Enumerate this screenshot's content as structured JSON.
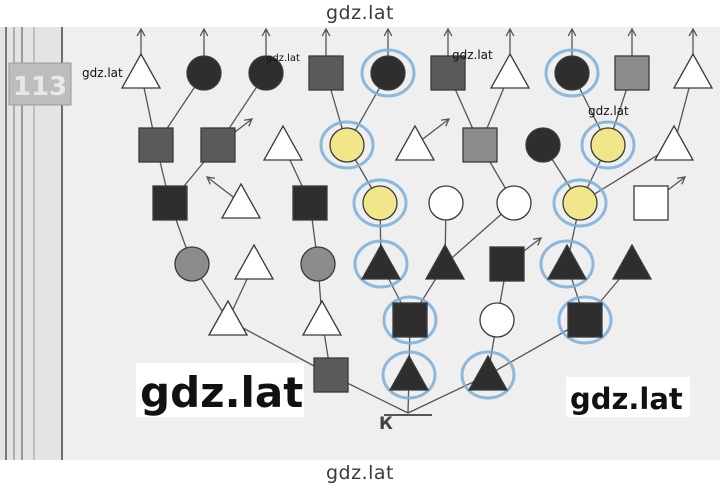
{
  "watermarks": {
    "top": "gdz.lat",
    "bottom": "gdz.lat",
    "small_left": "gdz.lat",
    "small_center_a": "gdz.lat",
    "small_center_b": "gdz.lat",
    "small_right": "gdz.lat",
    "large_left": "gdz.lat",
    "large_right": "gdz.lat"
  },
  "task_number": "113",
  "root_label": "К",
  "colors": {
    "paper": "#efefef",
    "line": "#555555",
    "dark_fill": "#2e2e2e",
    "square_fill": "#5a5a5a",
    "gray_fill": "#9a9a9a",
    "light_fill": "#8c8c8c",
    "yellow_fill": "#f1e68a",
    "highlight": "#7aaed8"
  },
  "diagram": {
    "nodes": [
      {
        "id": "a1",
        "shape": "triangle",
        "fill": "white",
        "highlight": false
      },
      {
        "id": "a2",
        "shape": "circle",
        "fill": "dark",
        "highlight": false
      },
      {
        "id": "a3",
        "shape": "circle",
        "fill": "dark",
        "highlight": false
      },
      {
        "id": "a4",
        "shape": "square",
        "fill": "gray",
        "highlight": false
      },
      {
        "id": "a5",
        "shape": "circle",
        "fill": "dark",
        "highlight": true
      },
      {
        "id": "a6",
        "shape": "square",
        "fill": "gray",
        "highlight": false
      },
      {
        "id": "a7",
        "shape": "triangle",
        "fill": "white",
        "highlight": false
      },
      {
        "id": "a8",
        "shape": "circle",
        "fill": "dark",
        "highlight": true
      },
      {
        "id": "a9",
        "shape": "square",
        "fill": "light",
        "highlight": false
      },
      {
        "id": "a10",
        "shape": "triangle",
        "fill": "white",
        "highlight": false
      },
      {
        "id": "b1",
        "shape": "square",
        "fill": "gray",
        "highlight": false
      },
      {
        "id": "b2",
        "shape": "square",
        "fill": "gray",
        "highlight": false
      },
      {
        "id": "b3",
        "shape": "triangle",
        "fill": "white",
        "highlight": false
      },
      {
        "id": "b4",
        "shape": "circle",
        "fill": "yellow",
        "highlight": true
      },
      {
        "id": "b5",
        "shape": "triangle",
        "fill": "white",
        "highlight": false
      },
      {
        "id": "b6",
        "shape": "square",
        "fill": "light",
        "highlight": false
      },
      {
        "id": "b7",
        "shape": "circle",
        "fill": "dark",
        "highlight": false
      },
      {
        "id": "b8",
        "shape": "circle",
        "fill": "yellow",
        "highlight": true
      },
      {
        "id": "b9",
        "shape": "triangle",
        "fill": "white",
        "highlight": false
      },
      {
        "id": "c1",
        "shape": "square",
        "fill": "dark",
        "highlight": false
      },
      {
        "id": "c2",
        "shape": "triangle",
        "fill": "white",
        "highlight": false
      },
      {
        "id": "c3",
        "shape": "square",
        "fill": "dark",
        "highlight": false
      },
      {
        "id": "c4",
        "shape": "circle",
        "fill": "yellow",
        "highlight": true
      },
      {
        "id": "c5",
        "shape": "circle",
        "fill": "white",
        "highlight": false
      },
      {
        "id": "c6",
        "shape": "circle",
        "fill": "white",
        "highlight": false
      },
      {
        "id": "c7",
        "shape": "circle",
        "fill": "yellow",
        "highlight": true
      },
      {
        "id": "c8",
        "shape": "square",
        "fill": "white",
        "highlight": false
      },
      {
        "id": "d1",
        "shape": "circle",
        "fill": "light",
        "highlight": false
      },
      {
        "id": "d2",
        "shape": "triangle",
        "fill": "white",
        "highlight": false
      },
      {
        "id": "d3",
        "shape": "circle",
        "fill": "light",
        "highlight": false
      },
      {
        "id": "d4",
        "shape": "triangle",
        "fill": "dark",
        "highlight": true
      },
      {
        "id": "d5",
        "shape": "triangle",
        "fill": "dark",
        "highlight": false
      },
      {
        "id": "d6",
        "shape": "square",
        "fill": "dark",
        "highlight": false
      },
      {
        "id": "d7",
        "shape": "triangle",
        "fill": "dark",
        "highlight": true
      },
      {
        "id": "d8",
        "shape": "triangle",
        "fill": "dark",
        "highlight": false
      },
      {
        "id": "e1",
        "shape": "triangle",
        "fill": "white",
        "highlight": false
      },
      {
        "id": "e2",
        "shape": "triangle",
        "fill": "white",
        "highlight": false
      },
      {
        "id": "e3",
        "shape": "square",
        "fill": "dark",
        "highlight": true
      },
      {
        "id": "e4",
        "shape": "circle",
        "fill": "white",
        "highlight": false
      },
      {
        "id": "e5",
        "shape": "square",
        "fill": "dark",
        "highlight": true
      },
      {
        "id": "f1",
        "shape": "square",
        "fill": "gray",
        "highlight": false
      },
      {
        "id": "f2",
        "shape": "triangle",
        "fill": "dark",
        "highlight": true
      },
      {
        "id": "f3",
        "shape": "triangle",
        "fill": "dark",
        "highlight": true
      }
    ],
    "edges": [
      [
        "a1",
        "b1"
      ],
      [
        "a2",
        "b1"
      ],
      [
        "a3",
        "b2"
      ],
      [
        "a4",
        "b4"
      ],
      [
        "a5",
        "b4"
      ],
      [
        "a6",
        "b6"
      ],
      [
        "a7",
        "b6"
      ],
      [
        "a8",
        "b8"
      ],
      [
        "a9",
        "b8"
      ],
      [
        "a10",
        "b9"
      ],
      [
        "b1",
        "c1"
      ],
      [
        "b2",
        "c1"
      ],
      [
        "b3",
        "c3"
      ],
      [
        "b4",
        "c4"
      ],
      [
        "b6",
        "c6"
      ],
      [
        "b7",
        "c7"
      ],
      [
        "b8",
        "c7"
      ],
      [
        "b9",
        "c7"
      ],
      [
        "c1",
        "d1"
      ],
      [
        "c3",
        "d3"
      ],
      [
        "c4",
        "d4"
      ],
      [
        "c5",
        "d5"
      ],
      [
        "c6",
        "d5"
      ],
      [
        "c7",
        "d7"
      ],
      [
        "d1",
        "e1"
      ],
      [
        "d2",
        "e1"
      ],
      [
        "d3",
        "e2"
      ],
      [
        "d4",
        "e3"
      ],
      [
        "d5",
        "e3"
      ],
      [
        "d6",
        "e4"
      ],
      [
        "d7",
        "e5"
      ],
      [
        "d8",
        "e5"
      ],
      [
        "e1",
        "f1"
      ],
      [
        "e2",
        "f1"
      ],
      [
        "e3",
        "f2"
      ],
      [
        "e4",
        "f3"
      ],
      [
        "e5",
        "f3"
      ],
      [
        "f1",
        "K"
      ],
      [
        "f2",
        "K"
      ],
      [
        "f3",
        "K"
      ]
    ],
    "arrows": [
      {
        "from": "a1",
        "dir": "up"
      },
      {
        "from": "a2",
        "dir": "up"
      },
      {
        "from": "a3",
        "dir": "up"
      },
      {
        "from": "a4",
        "dir": "up"
      },
      {
        "from": "a5",
        "dir": "up"
      },
      {
        "from": "a6",
        "dir": "up"
      },
      {
        "from": "a7",
        "dir": "up"
      },
      {
        "from": "a8",
        "dir": "up"
      },
      {
        "from": "a9",
        "dir": "up"
      },
      {
        "from": "a10",
        "dir": "up"
      },
      {
        "from": "b2",
        "dir": "up-right"
      },
      {
        "from": "b5",
        "dir": "up-right"
      },
      {
        "from": "c2",
        "dir": "up-left"
      },
      {
        "from": "c8",
        "dir": "up-right"
      },
      {
        "from": "d6",
        "dir": "up-right"
      }
    ]
  }
}
